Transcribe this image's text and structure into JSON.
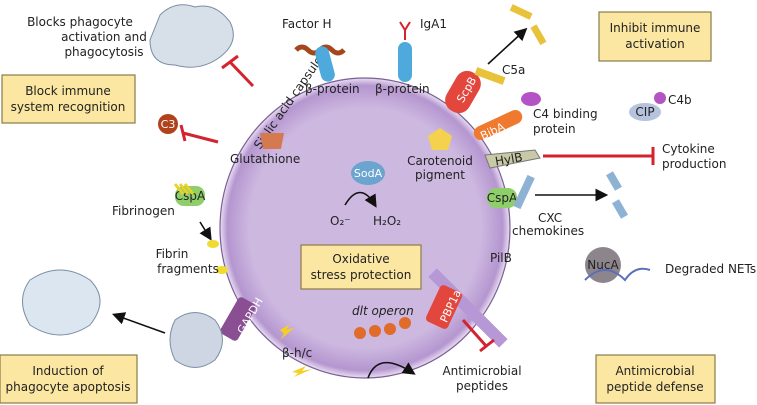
{
  "boxes": {
    "block": [
      "Block immune",
      "system recognition"
    ],
    "inhibit": [
      "Inhibit immune",
      "activation"
    ],
    "apoptosis": [
      "Induction of",
      "phagocyte apoptosis"
    ],
    "amp": [
      "Antimicrobial",
      "peptide defense"
    ],
    "oxidative": [
      "Oxidative",
      "stress protection"
    ]
  },
  "labels": {
    "blocks_phago": [
      "Blocks phagocyte",
      "activation and",
      "phagocytosis"
    ],
    "factor_h": "Factor H",
    "iga1": "IgA1",
    "beta1": "β-protein",
    "beta2": "β-protein",
    "capsule": "Sialic acid capsule",
    "c3": "C3",
    "glutathione": "Glutathione",
    "soda": "SodA",
    "o2": "O₂⁻",
    "h2o2": "H₂O₂",
    "carotenoid": [
      "Carotenoid",
      "pigment"
    ],
    "scpb": "ScpB",
    "c5a": "C5a",
    "biba": "BibA",
    "c4bp": [
      "C4 binding",
      "protein"
    ],
    "cip": "CIP",
    "c4b": "C4b",
    "hylb": "HylB",
    "cytokine": [
      "Cytokine",
      "production"
    ],
    "cspa": "CspA",
    "cxc": [
      "CXC",
      "chemokines"
    ],
    "fibrinogen": "Fibrinogen",
    "fibrin": [
      "Fibrin",
      "fragments"
    ],
    "gapdh": "GAPDH",
    "pilb": "PilB",
    "nuca": "NucA",
    "nets": "Degraded NETs",
    "pbp1a": "PBP1a",
    "dlt": "dlt operon",
    "bhc": "β-h/c",
    "amp": [
      "Antimicrobial",
      "peptides"
    ]
  },
  "colors": {
    "cell": "#c9b3dc",
    "box": "#fbe7a1",
    "inhibit": "#d4232f"
  }
}
